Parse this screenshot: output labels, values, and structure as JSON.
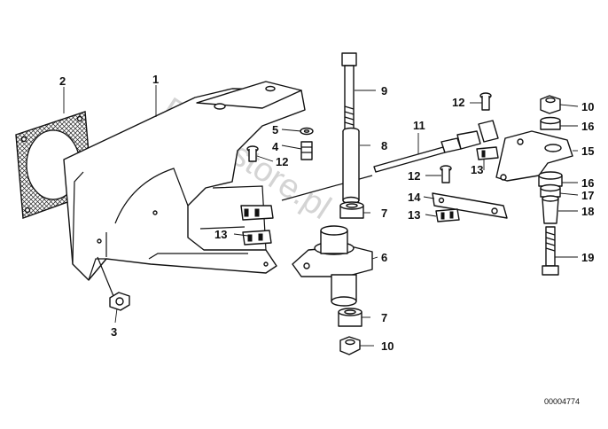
{
  "watermark": "BMWstore.pl",
  "reference_number": "00004774",
  "callouts": {
    "c1": "1",
    "c2": "2",
    "c3": "3",
    "c4": "4",
    "c5": "5",
    "c6": "6",
    "c7a": "7",
    "c7b": "7",
    "c8": "8",
    "c9": "9",
    "c10a": "10",
    "c10b": "10",
    "c11": "11",
    "c12a": "12",
    "c12b": "12",
    "c12c": "12",
    "c13a": "13",
    "c13b": "13",
    "c13c": "13",
    "c14": "14",
    "c15": "15",
    "c16a": "16",
    "c16b": "16",
    "c17": "17",
    "c18": "18",
    "c19": "19"
  }
}
